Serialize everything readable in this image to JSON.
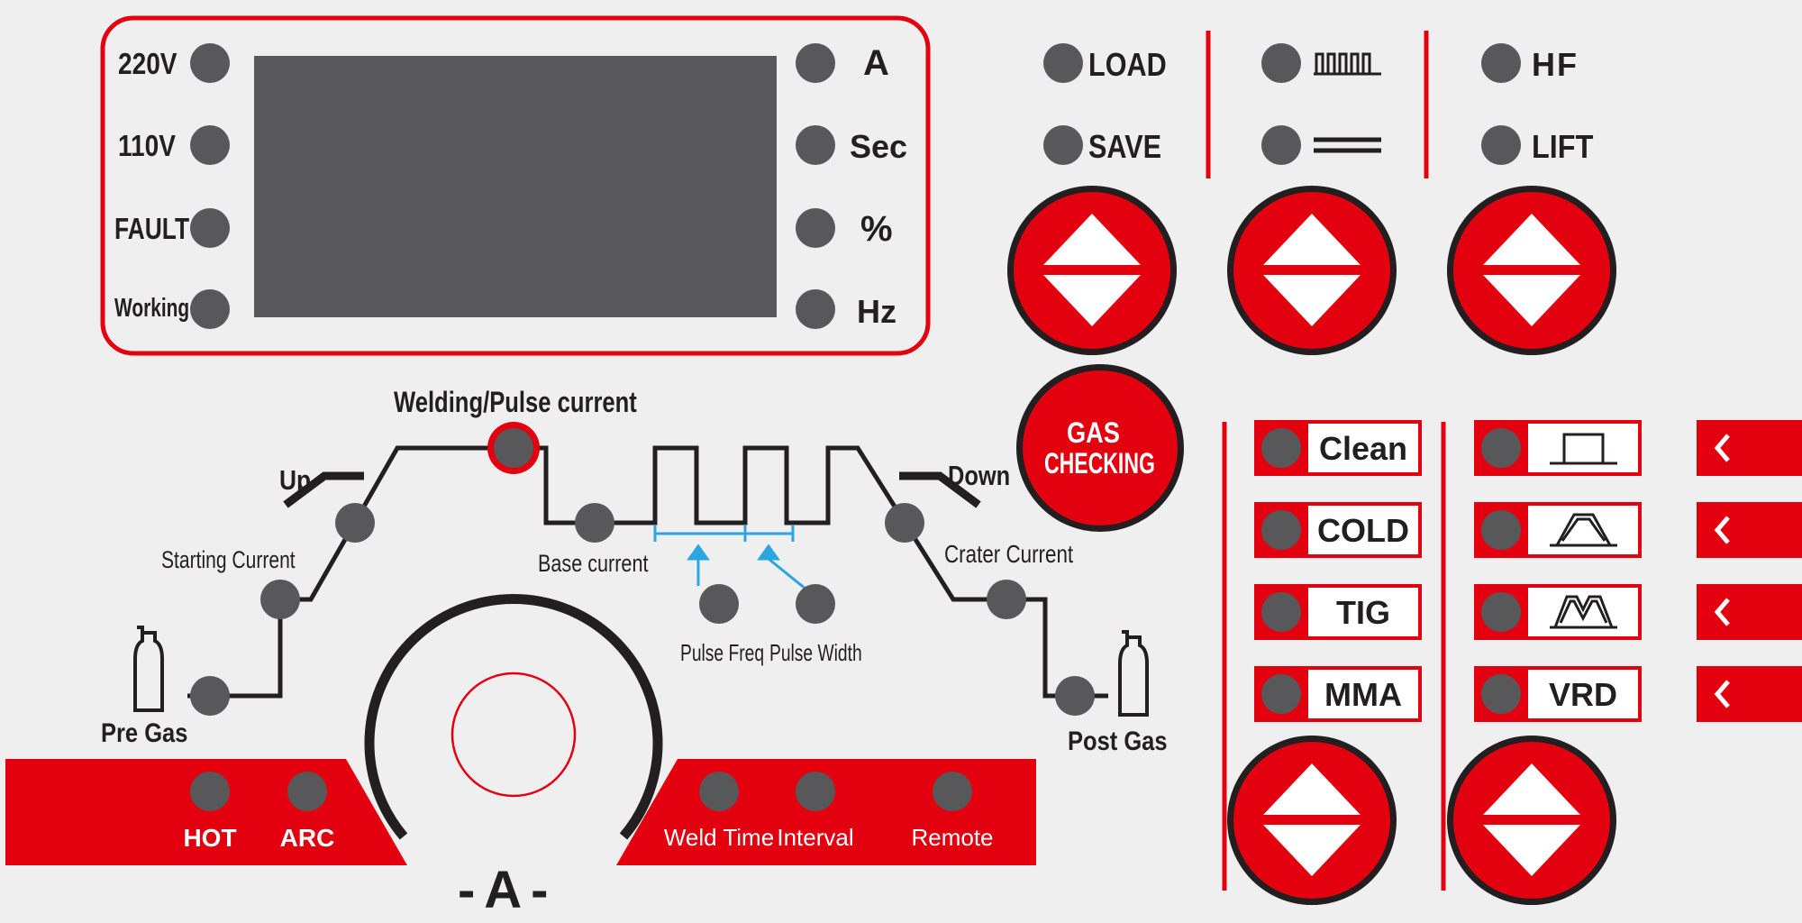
{
  "colors": {
    "red": "#e3000f",
    "dark_red": "#c8000c",
    "led_grey": "#58585a",
    "dark": "#231f20",
    "screen": "#58585a",
    "blue": "#2aa7e0",
    "bg": "#efefef"
  },
  "display_panel": {
    "left_indicators": [
      "220V",
      "110V",
      "FAULT",
      "Working"
    ],
    "right_indicators": [
      "A",
      "Sec",
      "%",
      "Hz"
    ]
  },
  "top_indicators": {
    "group1": [
      "LOAD",
      "SAVE"
    ],
    "group2_icons": [
      "pulse-wave-icon",
      "dc-line-icon"
    ],
    "group3": [
      "HF",
      "LIFT"
    ]
  },
  "gas_button": {
    "line1": "GAS",
    "line2": "CHECKING"
  },
  "waveform": {
    "welding_pulse": "Welding/Pulse current",
    "up": "Up",
    "down": "Down",
    "starting": "Starting Current",
    "base": "Base current",
    "pulse_freq": "Pulse Freq",
    "pulse_width": "Pulse Width",
    "crater": "Crater Current",
    "pre_gas": "Pre Gas",
    "post_gas": "Post Gas"
  },
  "bottom_left_bar": [
    "HOT",
    "ARC"
  ],
  "bottom_right_bar": [
    "Weld Time",
    "Interval",
    "Remote"
  ],
  "knob_label": "- A -",
  "mode_buttons_col1": [
    "Clean",
    "COLD",
    "TIG",
    "MMA"
  ],
  "mode_buttons_col2_icons": [
    "square-wave-icon",
    "trapezoid-wave-icon",
    "double-trapezoid-icon"
  ],
  "mode_buttons_col2_text": "VRD",
  "side_tabs_icon": "chevron-left-icon"
}
